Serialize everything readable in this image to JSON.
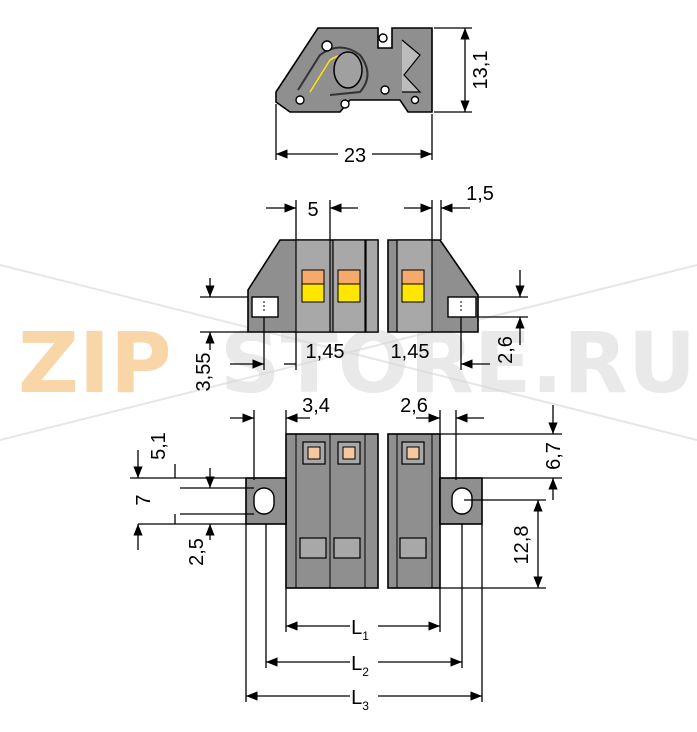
{
  "watermark": {
    "brand_prefix": "ZIP",
    "brand_suffix": "STORE.RU"
  },
  "colors": {
    "housing": "#8f8f8f",
    "housing_light": "#a8a8a8",
    "lever": "#ffe600",
    "lever_orange": "#f5a96a",
    "watermark_orange": "#f6c98a",
    "watermark_gray": "#d8d8d8"
  },
  "dimensions": {
    "side_height": "13,1",
    "side_width": "23",
    "pitch": "5",
    "edge": "1,5",
    "offset_left": "1,45",
    "offset_right": "1,45",
    "flange_height_right": "2,6",
    "flange_height_left": "3,55",
    "top_left_offset": "3,4",
    "top_right_offset": "2,6",
    "right_upper": "6,7",
    "right_lower": "12,8",
    "left_upper": "5,1",
    "left_mid": "7",
    "left_lower": "2,5",
    "l1": {
      "letter": "L",
      "index": "1"
    },
    "l2": {
      "letter": "L",
      "index": "2"
    },
    "l3": {
      "letter": "L",
      "index": "3"
    }
  }
}
